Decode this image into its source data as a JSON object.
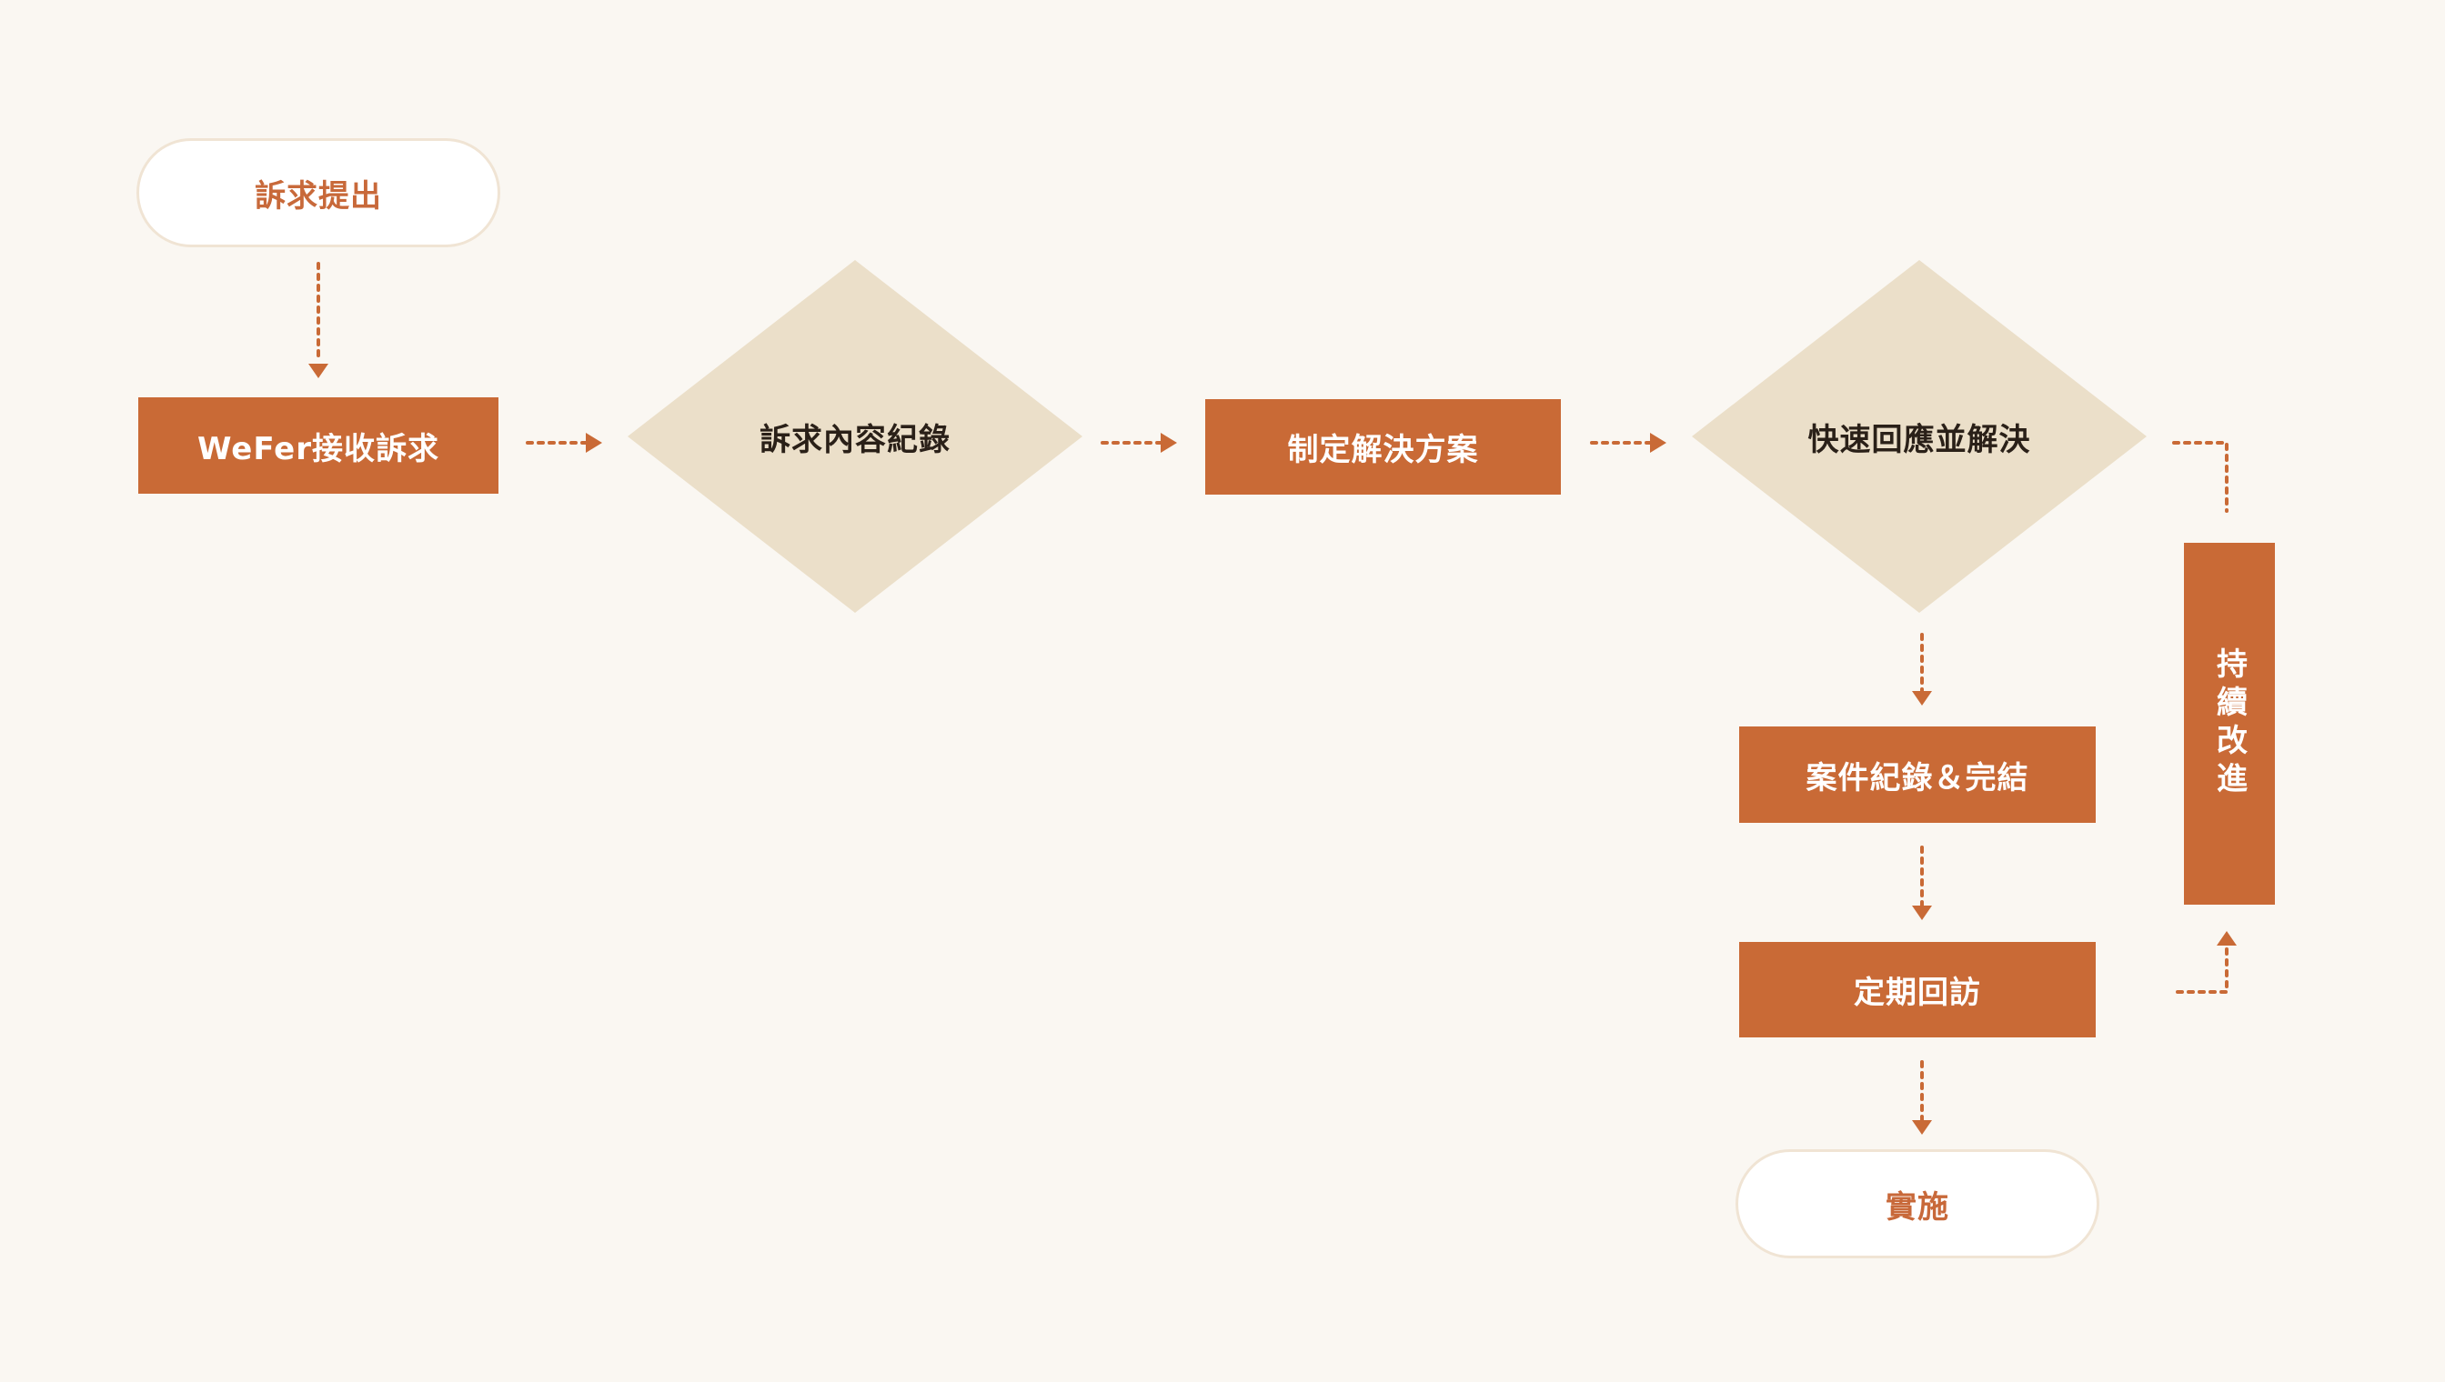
{
  "colors": {
    "background": "#faf7f2",
    "accent": "#c96a36",
    "diamond": "#ebdfc9",
    "pill_border": "#f0e4d4",
    "pill_text": "#c8693a",
    "diamond_text": "#2a2018",
    "arrow": "#c96a36"
  },
  "nodes": {
    "start": "訴求提出",
    "receive": "WeFer接收訴求",
    "record": "訴求內容紀錄",
    "plan": "制定解決方案",
    "respond": "快速回應並解決",
    "close": "案件紀錄＆完結",
    "revisit": "定期回訪",
    "improve": "持續改進",
    "implement": "實施"
  }
}
